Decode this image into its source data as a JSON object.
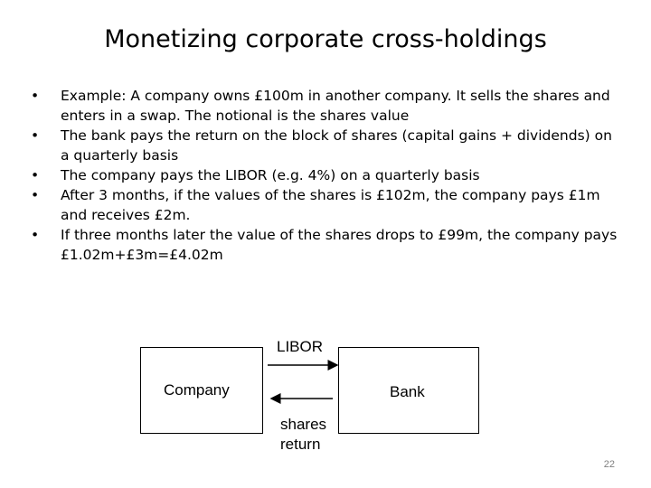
{
  "slide": {
    "title": "Monetizing corporate cross-holdings",
    "bullet_marker": "•",
    "bullets": [
      "Example:  A company owns £100m in another company. It sells the shares and enters in a swap. The notional is the shares value",
      "The bank pays the return on the block of shares (capital gains + dividends) on a quarterly basis",
      "The company pays the LIBOR (e.g. 4%) on a quarterly basis",
      "After 3 months, if the values of the shares is £102m, the company pays £1m and receives £2m.",
      "If three months later the value of the shares drops to £99m, the company pays £1.02m+£3m=£4.02m"
    ],
    "page_number": "22"
  },
  "diagram": {
    "company_label": "Company",
    "bank_label": "Bank",
    "libor_label": "LIBOR",
    "shares_label": "shares",
    "return_label": "return"
  }
}
